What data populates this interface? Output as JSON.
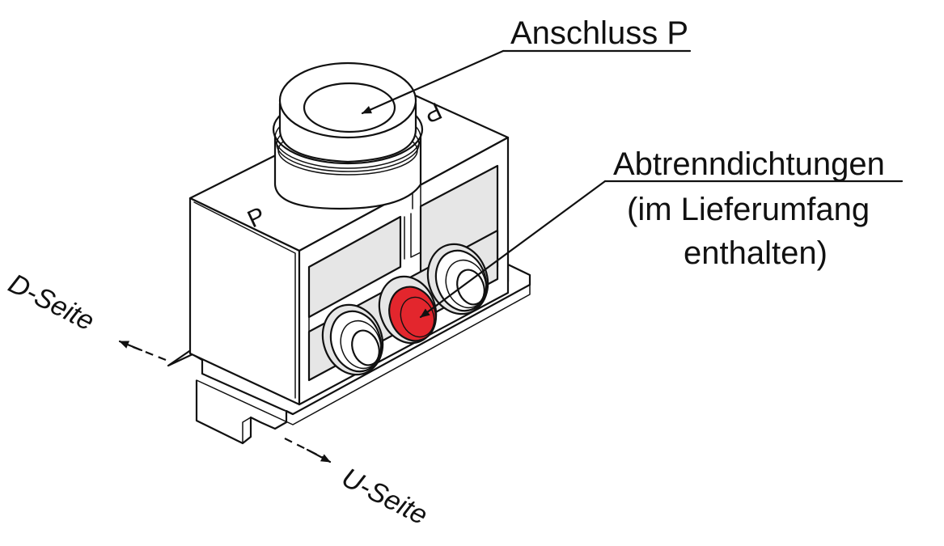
{
  "labels": {
    "anschluss": "Anschluss P",
    "abtrenn_line1": "Abtrenndichtungen",
    "abtrenn_line2": "(im Lieferumfang",
    "abtrenn_line3": "enthalten)",
    "d_seite": "D-Seite",
    "u_seite": "U-Seite",
    "p_mark_front": "P",
    "p_mark_back": "P"
  },
  "colors": {
    "seal_red": "#e3262d",
    "line": "#111111"
  }
}
